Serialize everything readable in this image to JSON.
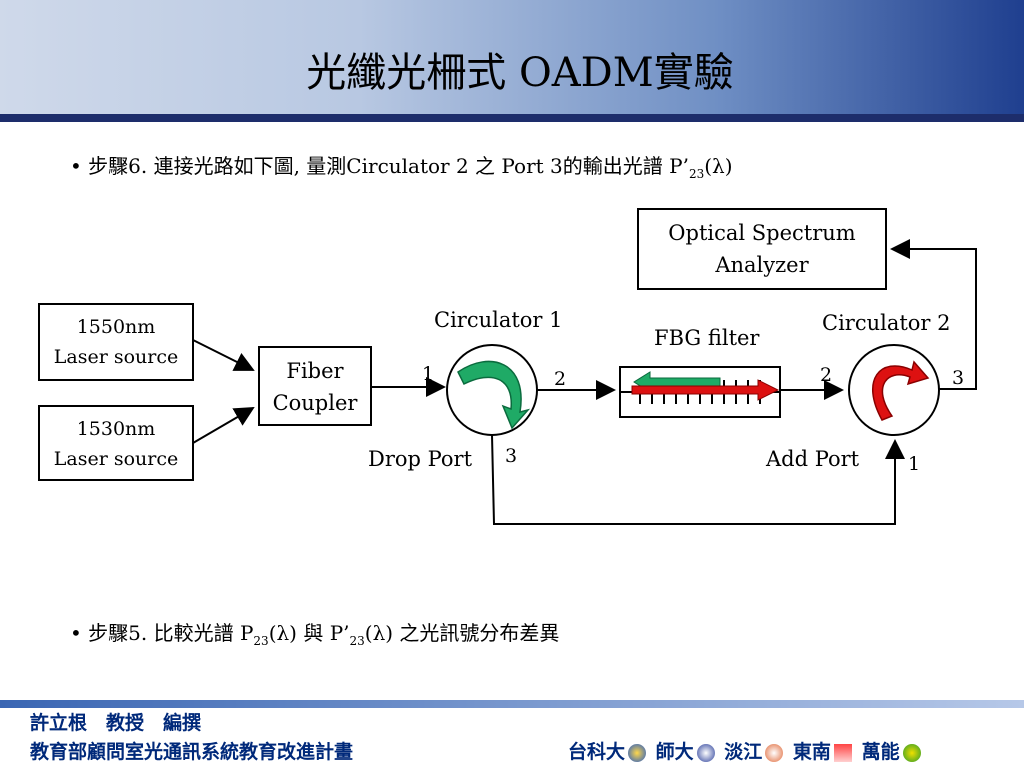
{
  "title": "光纖光柵式 OADM實驗",
  "bullet1": {
    "text": "• 步驟6. 連接光路如下圖, 量測Circulator 2 之 Port 3的輸出光譜 P’",
    "sub": "23",
    "suffix": "(λ)"
  },
  "bullet2": {
    "text_a": "• 步驟5. 比較光譜 P",
    "sub_a": "23",
    "text_b": "(λ) 與 P’",
    "sub_b": "23",
    "text_c": "(λ) 之光訊號分布差異"
  },
  "diagram": {
    "laser1": [
      "1550nm",
      "Laser source"
    ],
    "laser2": [
      "1530nm",
      "Laser source"
    ],
    "coupler": [
      "Fiber",
      "Coupler"
    ],
    "circ1_label": "Circulator 1",
    "circ2_label": "Circulator 2",
    "fbg_label": "FBG filter",
    "osa": [
      "Optical Spectrum",
      "Analyzer"
    ],
    "drop_port": "Drop Port",
    "add_port": "Add Port",
    "c1_p1": "1",
    "c1_p2": "2",
    "c1_p3": "3",
    "c2_p1": "1",
    "c2_p2": "2",
    "c2_p3": "3"
  },
  "footer": {
    "author": "許立根　教授　編撰",
    "program": "教育部顧問室光通訊系統教育改進計畫",
    "schools": [
      "台科大",
      "師大",
      "淡江",
      "東南",
      "萬能"
    ]
  },
  "colors": {
    "green_arrow": "#1faa66",
    "red_arrow": "#dd1111",
    "footer_text": "#00297a"
  }
}
